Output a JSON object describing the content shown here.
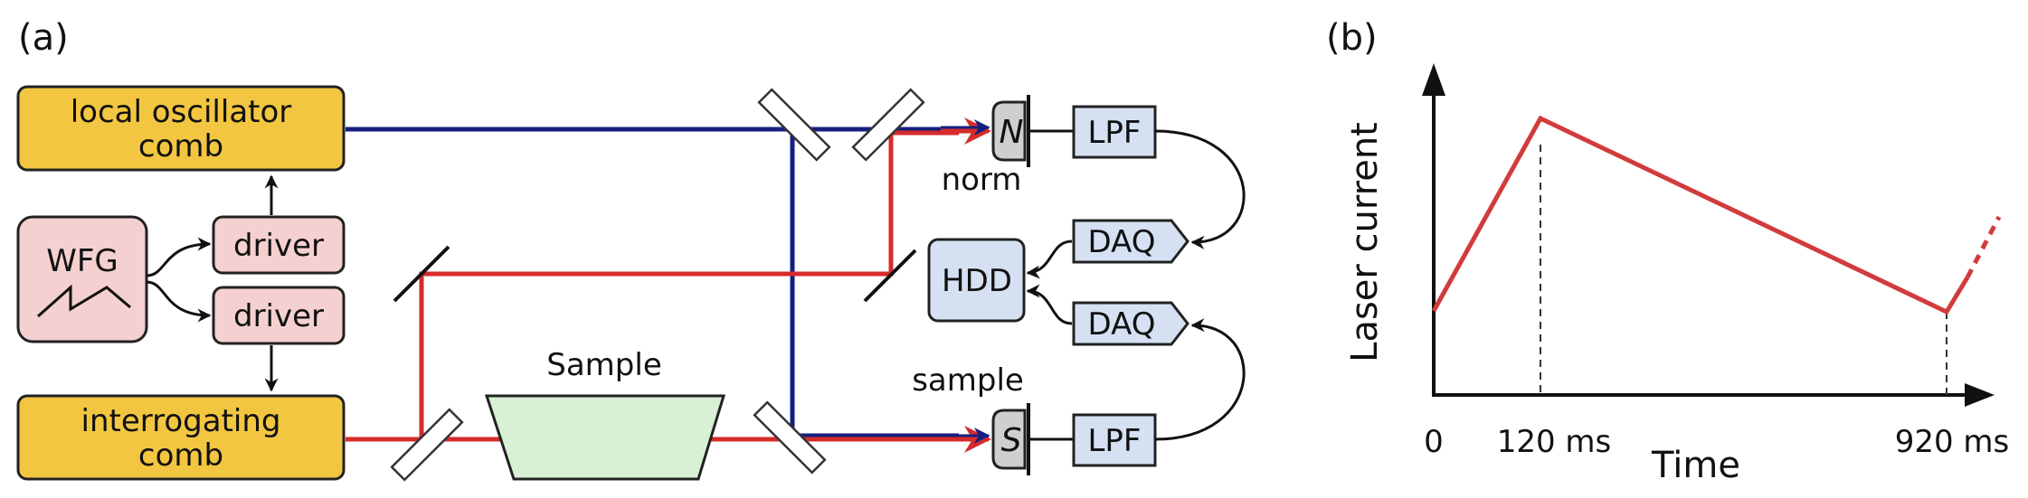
{
  "panel_a": {
    "label": "(a)",
    "local_oscillator": "local oscillator",
    "local_oscillator_2": "comb",
    "interrogating": "interrogating",
    "interrogating_2": "comb",
    "wfg": "WFG",
    "driver_top": "driver",
    "driver_bottom": "driver",
    "sample": "Sample",
    "hdd": "HDD",
    "daq_top": "DAQ",
    "daq_bottom": "DAQ",
    "lpf_top": "LPF",
    "lpf_bottom": "LPF",
    "det_norm": "N",
    "det_sample": "S",
    "norm_label": "norm",
    "sample_label": "sample"
  },
  "panel_b": {
    "label": "(b)",
    "ylabel": "Laser current",
    "xlabel": "Time",
    "ticks": [
      "0",
      "120 ms",
      "920 ms"
    ]
  },
  "colors": {
    "comb_fill": "#f2c641",
    "pink_fill": "#f5d0d0",
    "blue_box": "#d5e1f3",
    "sample_fill": "#d8f0d4",
    "red_beam": "#d62b2b",
    "blue_beam": "#15207e",
    "ramp": "#d23b3b"
  }
}
